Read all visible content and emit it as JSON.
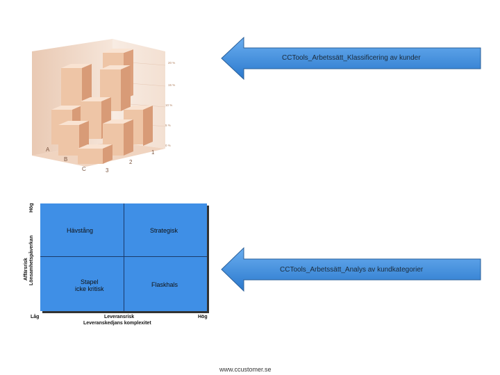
{
  "top_arrow": {
    "label": "CCTools_Arbetssätt_Klassificering av kunder"
  },
  "bottom_arrow": {
    "label": "CCTools_Arbetssätt_Analys av kundkategorier"
  },
  "chart3d": {
    "row_labels": [
      "A",
      "B",
      "C"
    ],
    "col_labels": [
      "3",
      "2",
      "1"
    ],
    "pct_labels": [
      "20 %",
      "15 %",
      "10 %",
      "5 %",
      "0 %"
    ]
  },
  "matrix": {
    "y_axis_top": "Hög",
    "y_axis_title_1": "Affärsrisk",
    "y_axis_title_2": "Lönsamhetspåverkan",
    "x_axis_left": "Låg",
    "x_axis_right": "Hög",
    "x_axis_title_1": "Leveransrisk",
    "x_axis_title_2": "Leveranskedjans komplexitet",
    "q_top_left": "Hävstång",
    "q_top_right": "Strategisk",
    "q_bottom_left_1": "Stapel",
    "q_bottom_left_2": "icke kritisk",
    "q_bottom_right": "Flaskhals"
  },
  "footer": {
    "url": "www.ccustomer.se"
  },
  "colors": {
    "arrow": "#3f8fe6",
    "matrix": "#3f8fe6",
    "bars": "#f0c8a8"
  }
}
